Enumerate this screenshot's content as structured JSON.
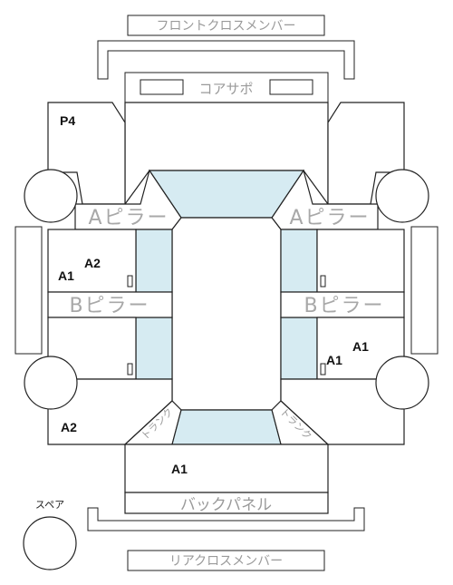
{
  "labels": {
    "front_cross_member": "フロントクロスメンバー",
    "core_support": "コアサポ",
    "a_pillar_left": "Aピラー",
    "a_pillar_right": "Aピラー",
    "b_pillar_left": "Bピラー",
    "b_pillar_right": "Bピラー",
    "back_panel": "バックパネル",
    "rear_cross_member": "リアクロスメンバー",
    "spare": "スペア",
    "trunk_left": "トランク",
    "trunk_right": "トランク"
  },
  "codes": {
    "front_left_fender": "P4",
    "front_left_door_upper": "A2",
    "front_left_door_lower": "A1",
    "rear_right_door_upper": "A1",
    "rear_right_door_lower": "A1",
    "rear_left_quarter": "A2",
    "trunk": "A1"
  },
  "colors": {
    "glass": "#d6ebf2",
    "line": "#222222",
    "label_gray": "#9a9a9a"
  }
}
